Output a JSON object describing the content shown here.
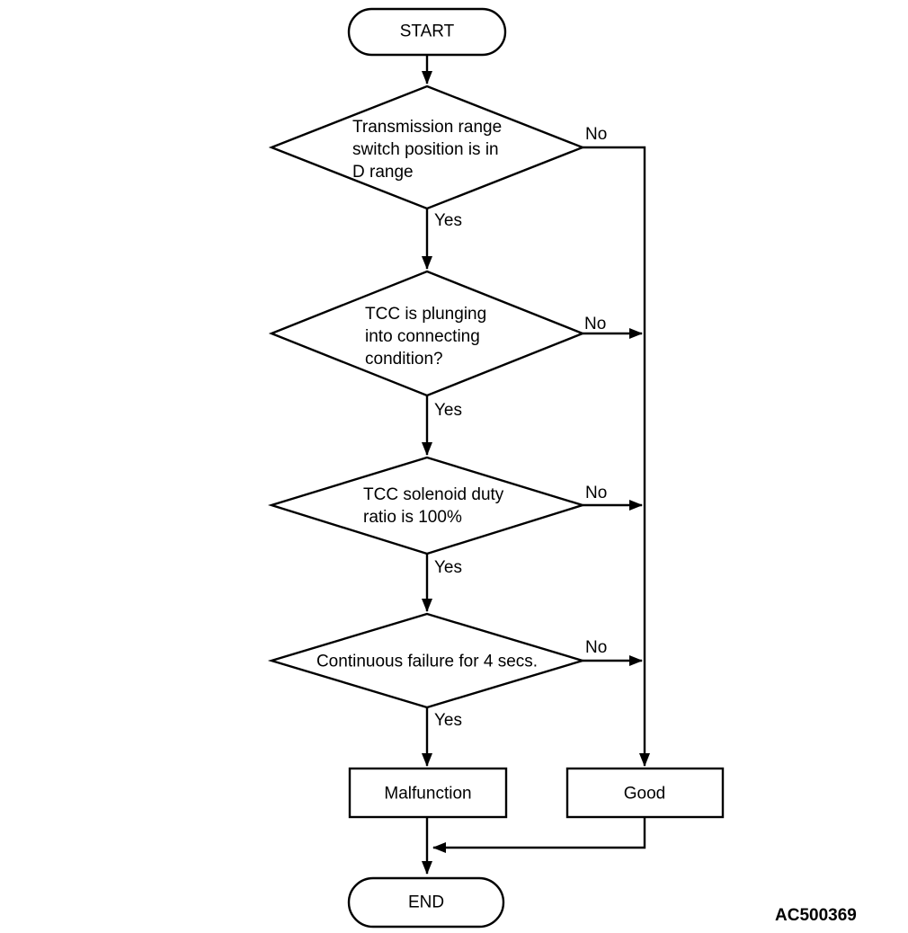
{
  "flowchart": {
    "start_label": "START",
    "end_label": "END",
    "figure_code": "AC500369",
    "decisions": [
      {
        "text": "Transmission range\nswitch position is in\nD range",
        "yes_label": "Yes",
        "no_label": "No"
      },
      {
        "text": "TCC is plunging\ninto connecting\ncondition?",
        "yes_label": "Yes",
        "no_label": "No"
      },
      {
        "text": "TCC solenoid duty\nratio is 100%",
        "yes_label": "Yes",
        "no_label": "No"
      },
      {
        "text": "Continuous failure for 4 secs.",
        "yes_label": "Yes",
        "no_label": "No"
      }
    ],
    "results": {
      "malfunction_label": "Malfunction",
      "good_label": "Good"
    }
  }
}
